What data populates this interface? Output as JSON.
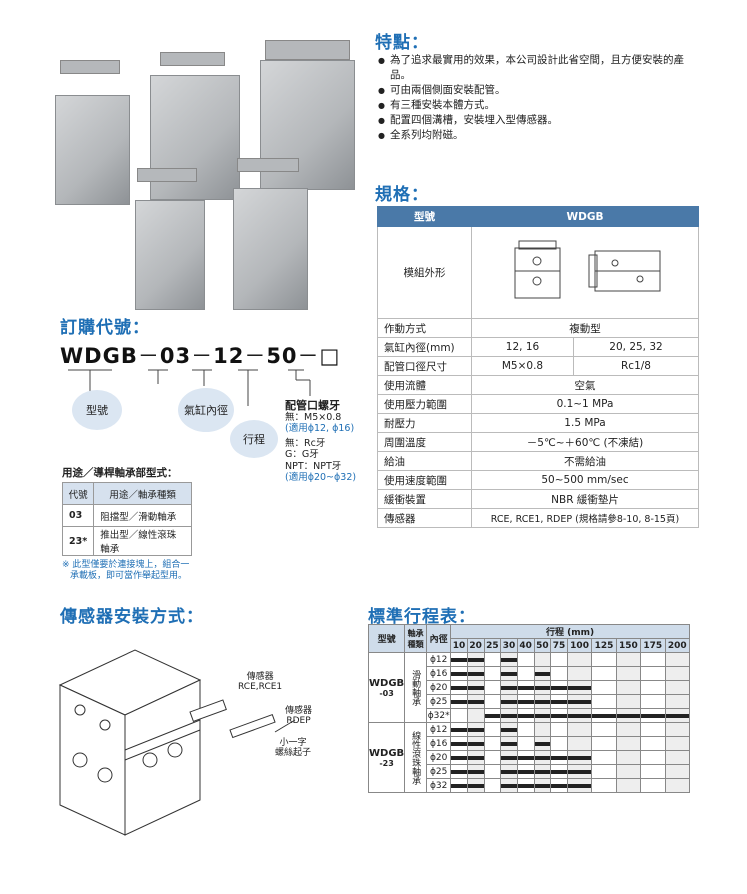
{
  "features": {
    "title": "特點：",
    "items": [
      "為了追求最實用的效果，本公司設計此省空間，且方便安裝的產品。",
      "可由兩個側面安裝配管。",
      "有三種安裝本體方式。",
      "配置四個溝槽，安裝埋入型傳感器。",
      "全系列均附磁。"
    ]
  },
  "spec": {
    "title": "規格：",
    "header": [
      "型號",
      "WDGB"
    ],
    "shape_label": "模組外形",
    "rows": [
      {
        "label": "作動方式",
        "v": "複動型"
      },
      {
        "label": "氣缸內徑(mm)",
        "a": "12, 16",
        "b": "20, 25, 32"
      },
      {
        "label": "配管口徑尺寸",
        "a": "M5×0.8",
        "b": "Rc1/8"
      },
      {
        "label": "使用流體",
        "v": "空氣"
      },
      {
        "label": "使用壓力範圍",
        "v": "0.1~1 MPa"
      },
      {
        "label": "耐壓力",
        "v": "1.5 MPa"
      },
      {
        "label": "周圍溫度",
        "v": "－5℃~＋60℃ (不凍結)"
      },
      {
        "label": "給油",
        "v": "不需給油"
      },
      {
        "label": "使用速度範圍",
        "v": "50~500 mm/sec"
      },
      {
        "label": "緩衝裝置",
        "v": "NBR 緩衝墊片"
      },
      {
        "label": "傳感器",
        "v": "RCE, RCE1, RDEP (規格請參8-10, 8-15頁)"
      }
    ]
  },
  "order": {
    "title": "訂購代號：",
    "code": [
      "WDGB",
      "－",
      "03",
      "－",
      "12",
      "－",
      "50",
      "－",
      "□"
    ],
    "model": "型號",
    "bore": "氣缸內徑",
    "stroke": "行程",
    "port": {
      "title": "配管口螺牙",
      "none1": "無：M5×0.8",
      "none1b": "(適用ϕ12, ϕ16)",
      "none2": "無：Rc牙",
      "g": "G：G牙",
      "npt": "NPT：NPT牙",
      "npt_b": "(適用ϕ20~ϕ32)"
    },
    "use_title": "用途／導桿軸承部型式：",
    "use_header": [
      "代號",
      "用途／軸承種類"
    ],
    "use_rows": [
      {
        "code": "03",
        "desc": "阻擋型／滑動軸承"
      },
      {
        "code": "23*",
        "desc": "推出型／線性滾珠軸承"
      }
    ],
    "note1": "※ 此型僅要於連接塊上，組合一",
    "note2": "承載板，即可當作舉起型用。"
  },
  "sensor": {
    "title": "傳感器安裝方式：",
    "label1": "傳感器",
    "label1b": "RCE,RCE1",
    "label2": "傳感器",
    "label2b": "RDEP",
    "label3": "小一字",
    "label3b": "螺絲起子"
  },
  "stroke": {
    "title": "標準行程表：",
    "h_model": "型號",
    "h_bearing": "軸承種類",
    "h_bore": "內徑",
    "h_stroke": "行程 (mm)",
    "strokes": [
      "10",
      "20",
      "25",
      "30",
      "40",
      "50",
      "75",
      "100",
      "125",
      "150",
      "175",
      "200"
    ],
    "groups": [
      {
        "model": "WDGB",
        "sub": "-03",
        "bearing": "滑動軸承",
        "rows": [
          {
            "bore": "ϕ12",
            "on": [
              1,
              1,
              0,
              1,
              0,
              0,
              0,
              0,
              0,
              0,
              0,
              0
            ]
          },
          {
            "bore": "ϕ16",
            "on": [
              1,
              1,
              0,
              1,
              0,
              1,
              0,
              0,
              0,
              0,
              0,
              0
            ]
          },
          {
            "bore": "ϕ20",
            "on": [
              1,
              1,
              0,
              1,
              1,
              1,
              1,
              1,
              0,
              0,
              0,
              0
            ]
          },
          {
            "bore": "ϕ25",
            "on": [
              1,
              1,
              0,
              1,
              1,
              1,
              1,
              1,
              0,
              0,
              0,
              0
            ]
          },
          {
            "bore": "ϕ32*",
            "on": [
              0,
              0,
              1,
              1,
              1,
              1,
              1,
              1,
              1,
              1,
              1,
              1
            ]
          }
        ]
      },
      {
        "model": "WDGB",
        "sub": "-23",
        "bearing": "線性滾珠軸承",
        "rows": [
          {
            "bore": "ϕ12",
            "on": [
              1,
              1,
              0,
              1,
              0,
              0,
              0,
              0,
              0,
              0,
              0,
              0
            ]
          },
          {
            "bore": "ϕ16",
            "on": [
              1,
              1,
              0,
              1,
              0,
              1,
              0,
              0,
              0,
              0,
              0,
              0
            ]
          },
          {
            "bore": "ϕ20",
            "on": [
              1,
              1,
              0,
              1,
              1,
              1,
              1,
              1,
              0,
              0,
              0,
              0
            ]
          },
          {
            "bore": "ϕ25",
            "on": [
              1,
              1,
              0,
              1,
              1,
              1,
              1,
              1,
              0,
              0,
              0,
              0
            ]
          },
          {
            "bore": "ϕ32",
            "on": [
              1,
              1,
              0,
              1,
              1,
              1,
              1,
              1,
              0,
              0,
              0,
              0
            ]
          }
        ]
      }
    ]
  }
}
